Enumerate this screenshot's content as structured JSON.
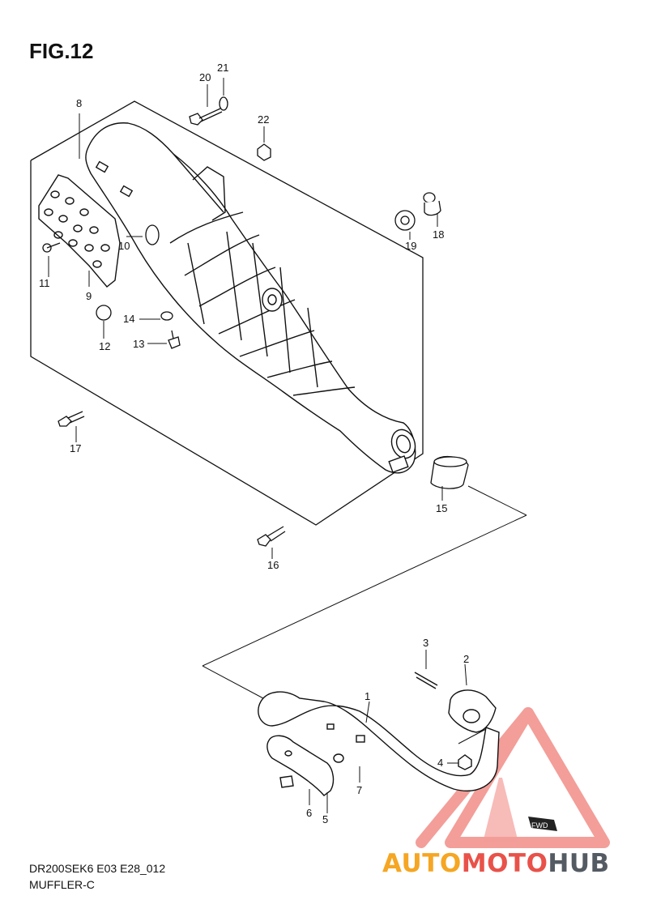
{
  "figure": {
    "title": "FIG.12",
    "code": "DR200SEK6 E03 E28_012",
    "name": "MUFFLER-C"
  },
  "watermark": {
    "part1": "AUTO",
    "part2": "MOTO",
    "part3": "HUB",
    "fwd_label": "FWD",
    "colors": {
      "auto": "#f5a623",
      "moto": "#e8524a",
      "hub": "#555b63",
      "triangle": "#e8524a"
    }
  },
  "callouts": [
    {
      "num": "1",
      "part": "exhaust-pipe"
    },
    {
      "num": "2",
      "part": "exhaust-pipe-gasket-flange"
    },
    {
      "num": "3",
      "part": "stud-bolt"
    },
    {
      "num": "4",
      "part": "nut"
    },
    {
      "num": "5",
      "part": "exhaust-pipe-cover"
    },
    {
      "num": "6",
      "part": "cover-bolt"
    },
    {
      "num": "7",
      "part": "washer"
    },
    {
      "num": "8",
      "part": "muffler"
    },
    {
      "num": "9",
      "part": "muffler-protector"
    },
    {
      "num": "10",
      "part": "cushion"
    },
    {
      "num": "11",
      "part": "protector-screw"
    },
    {
      "num": "12",
      "part": "cushion"
    },
    {
      "num": "13",
      "part": "bolt"
    },
    {
      "num": "14",
      "part": "washer"
    },
    {
      "num": "15",
      "part": "muffler-joint-gasket"
    },
    {
      "num": "16",
      "part": "bolt"
    },
    {
      "num": "17",
      "part": "bolt"
    },
    {
      "num": "18",
      "part": "cap"
    },
    {
      "num": "19",
      "part": "cushion"
    },
    {
      "num": "20",
      "part": "mounting-bolt"
    },
    {
      "num": "21",
      "part": "washer"
    },
    {
      "num": "22",
      "part": "nut"
    }
  ]
}
